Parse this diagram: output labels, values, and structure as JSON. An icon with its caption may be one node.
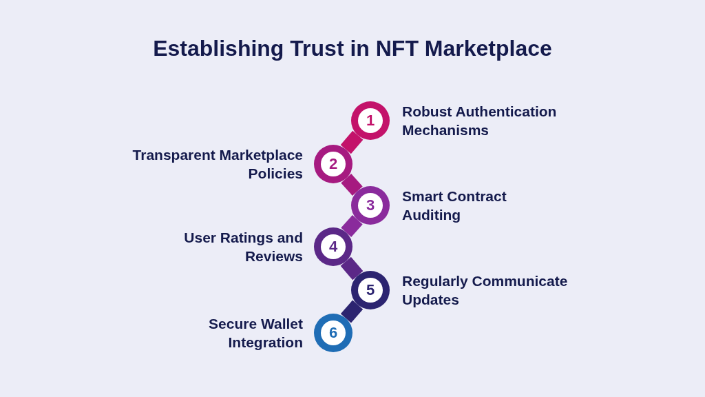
{
  "diagram": {
    "title": "Establishing Trust in NFT Marketplace",
    "nodes": [
      {
        "text": [
          "1"
        ],
        "beside": [
          "Robust Authentication Mechanisms"
        ]
      },
      {
        "text": [
          "2"
        ],
        "beside": [
          "Transparent Marketplace Policies"
        ]
      },
      {
        "text": [
          "3"
        ],
        "beside": [
          "Smart Contract Auditing"
        ]
      },
      {
        "text": [
          "4"
        ],
        "beside": [
          "User Ratings and Reviews"
        ]
      },
      {
        "text": [
          "5"
        ],
        "beside": [
          "Regularly Communicate Updates"
        ]
      },
      {
        "text": [
          "6"
        ],
        "beside": [
          "Secure Wallet Integration"
        ]
      }
    ],
    "edges": [
      {
        "from": 0,
        "to": 1,
        "arrow": "none",
        "color": "#c3126a"
      },
      {
        "from": 1,
        "to": 2,
        "arrow": "none",
        "color": "#a61a80"
      },
      {
        "from": 2,
        "to": 3,
        "arrow": "none",
        "color": "#8a2b9c"
      },
      {
        "from": 3,
        "to": 4,
        "arrow": "none",
        "color": "#5b2887"
      },
      {
        "from": 4,
        "to": 5,
        "arrow": "none",
        "color": "#2c2470"
      }
    ]
  }
}
